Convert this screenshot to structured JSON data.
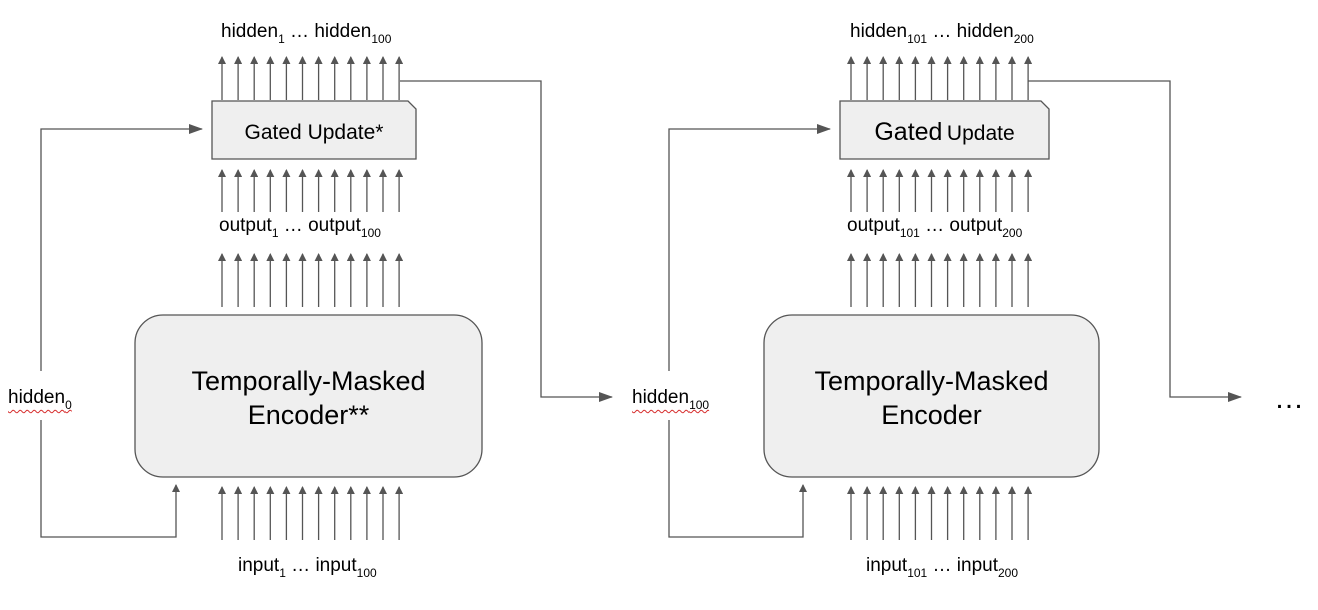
{
  "block1": {
    "hidden_out": {
      "name": "hidden",
      "start": "1",
      "end": "100",
      "ellipsis": "…"
    },
    "gate_label": "Gated Update*",
    "output": {
      "name": "output",
      "start": "1",
      "end": "100",
      "ellipsis": "…"
    },
    "encoder_line1": "Temporally-Masked",
    "encoder_line2": "Encoder**",
    "input": {
      "name": "input",
      "start": "1",
      "end": "100",
      "ellipsis": "…"
    },
    "hidden_in": {
      "name": "hidden",
      "sub": "0"
    }
  },
  "block2": {
    "hidden_out": {
      "name": "hidden",
      "start": "101",
      "end": "200",
      "ellipsis": "…"
    },
    "gate_label_a": "Gated",
    "gate_label_b": "Update",
    "output": {
      "name": "output",
      "start": "101",
      "end": "200",
      "ellipsis": "…"
    },
    "encoder_line1": "Temporally-Masked",
    "encoder_line2": "Encoder",
    "input": {
      "name": "input",
      "start": "101",
      "end": "200",
      "ellipsis": "…"
    },
    "hidden_in": {
      "name": "hidden",
      "sub": "100"
    }
  },
  "continuation": "…",
  "colors": {
    "line": "#555555",
    "box_fill": "#efefef",
    "box_stroke": "#555555",
    "spellcheck": "#d62b2b"
  }
}
